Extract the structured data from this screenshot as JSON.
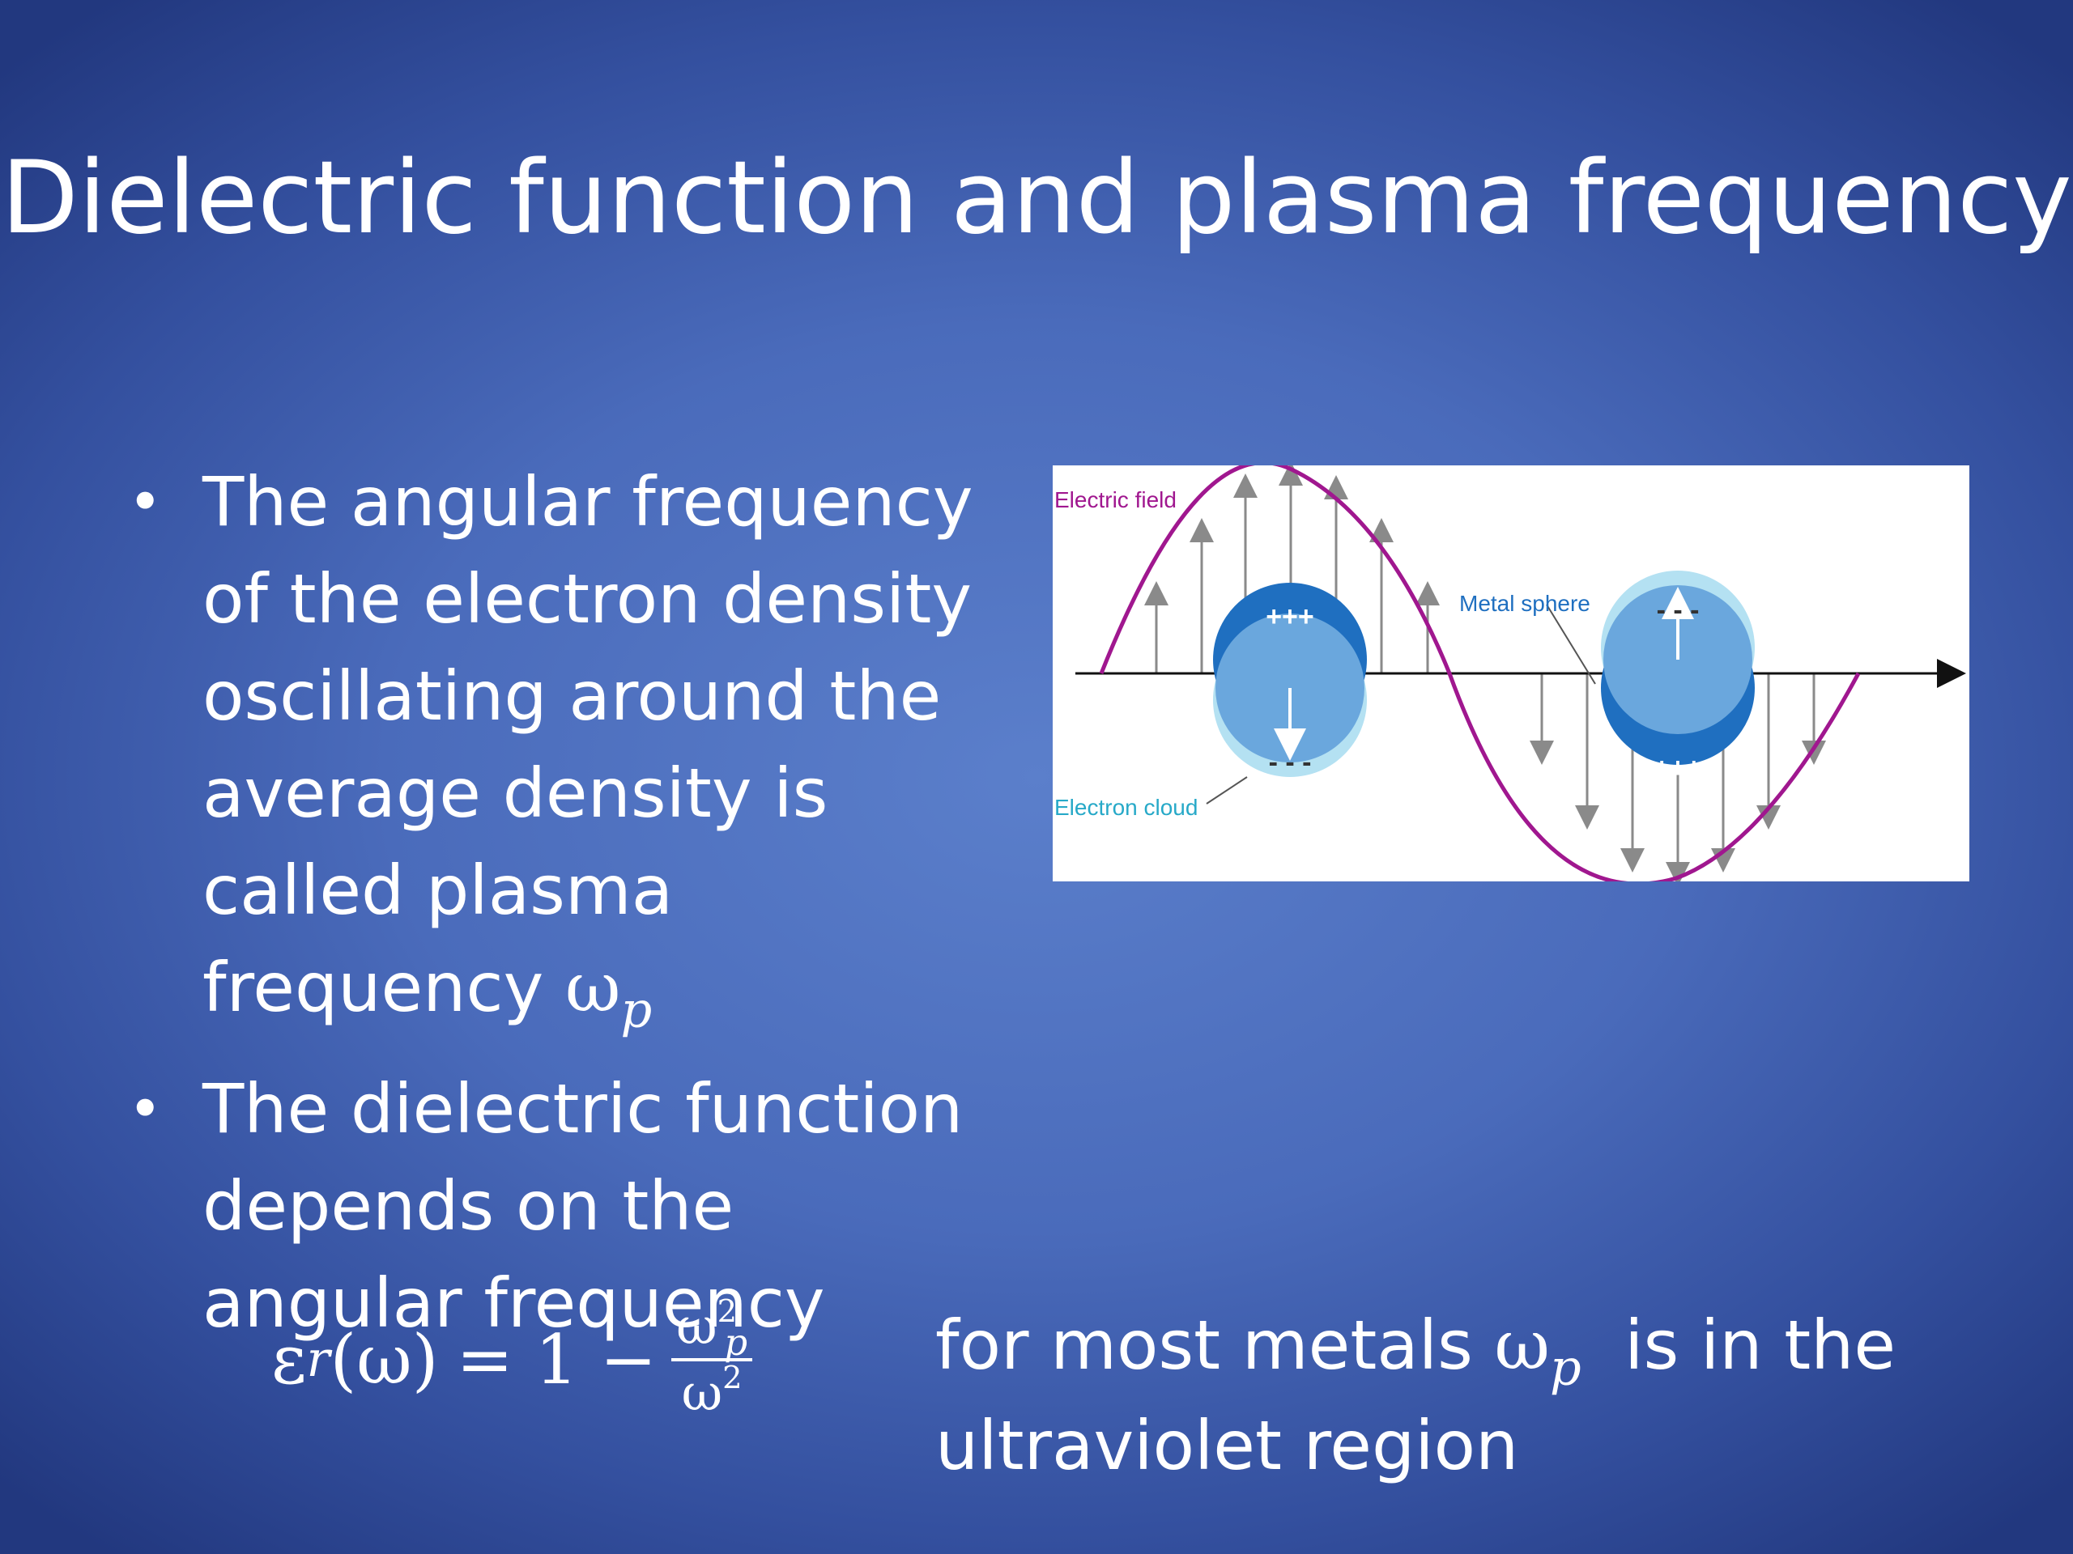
{
  "slide": {
    "title": "Dielectric function and plasma frequency",
    "bullets": [
      {
        "text": "The angular frequency of the electron density oscillating around the average density is called plasma frequency ",
        "symbol": "ω",
        "symbol_sub": "p"
      },
      {
        "text": "The dielectric function depends on the angular frequency",
        "symbol": "",
        "symbol_sub": ""
      }
    ],
    "bullet_glyph": "•"
  },
  "diagram": {
    "label_field": "Electric field",
    "label_sphere": "Metal sphere",
    "label_cloud": "Electron cloud",
    "plus_charges": "+++",
    "minus_charges": "- - -",
    "colors": {
      "field_wave": "#a0178f",
      "sphere_dark": "#1f6fc0",
      "sphere_light": "#6aa7dd",
      "cloud": "#b4e1f2",
      "arrows": "#8a8a8a",
      "label_field": "#a0178f",
      "label_sphere": "#1f6fc0",
      "label_cloud": "#27a9c8"
    }
  },
  "equation": {
    "lhs_symbol": "ε",
    "lhs_sub": "r",
    "lhs_arg": "(ω)",
    "rhs_prefix": "= 1 −",
    "numerator": "ω",
    "numerator_sub": "p",
    "numerator_sup": "2",
    "denominator": "ω",
    "denominator_sup": "2"
  },
  "note": {
    "prefix": "for most metals ",
    "symbol": "ω",
    "symbol_sub": "p",
    "suffix": "  is in the ultraviolet region"
  }
}
